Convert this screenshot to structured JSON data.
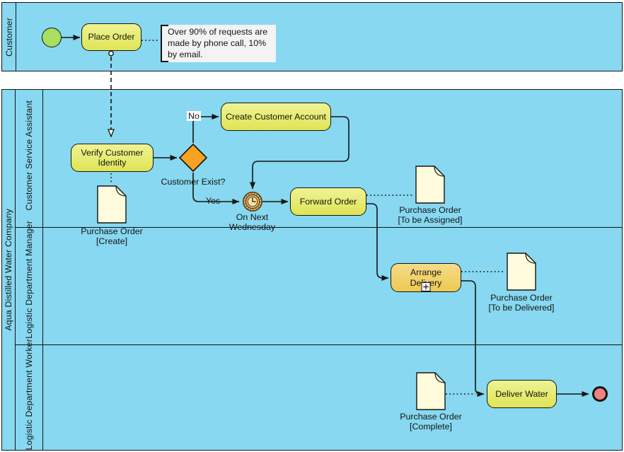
{
  "pool_customer": {
    "label": "Customer"
  },
  "pool_company": {
    "label": "Aqua Distilled Water Company",
    "lanes": [
      {
        "label": "Customer Service Assistant"
      },
      {
        "label": "Logistic Department Manager"
      },
      {
        "label": "Logistic Department Worker"
      }
    ]
  },
  "tasks": {
    "place_order": "Place Order",
    "verify_customer_identity": "Verify Customer Identity",
    "create_customer_account": "Create Customer Account",
    "forward_order": "Forward Order",
    "arrange_delivery": "Arrange Delivery",
    "deliver_water": "Deliver Water"
  },
  "gateway": {
    "label": "Customer Exist?"
  },
  "flow_labels": {
    "no": "No",
    "yes": "Yes",
    "timer": "On Next Wednesday"
  },
  "annotation": {
    "text": "Over 90% of requests are made by phone call, 10% by email."
  },
  "documents": {
    "create": {
      "name": "Purchase Order",
      "state": "[Create]"
    },
    "to_be_assigned": {
      "name": "Purchase Order",
      "state": "[To be Assigned]"
    },
    "to_be_delivered": {
      "name": "Purchase Order",
      "state": "[To be Delivered]"
    },
    "complete": {
      "name": "Purchase Order",
      "state": "[Complete]"
    }
  },
  "colors": {
    "lane_fill": "#87D8F0",
    "task_fill_top": "#EFF394",
    "task_fill_bottom": "#DFE455",
    "task_gold_top": "#F6DC8A",
    "task_gold_bottom": "#EDC851",
    "gateway_fill": "#F9A123",
    "start_event_fill": "#A7E05E",
    "end_event_fill": "#F28080",
    "document_fill": "#FEFCDC",
    "timer_fill": "#F1BE6B",
    "annotation_fill": "#F3F3F3",
    "border": "#141414"
  }
}
